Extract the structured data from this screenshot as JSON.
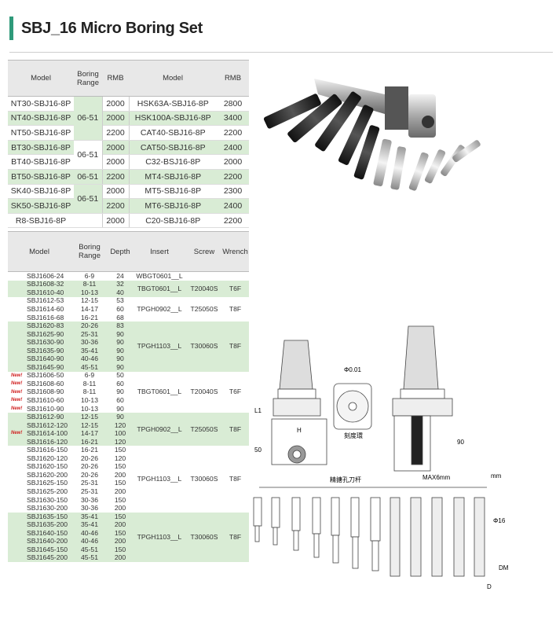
{
  "title": "SBJ_16 Micro Boring Set",
  "table1": {
    "headers": [
      "Model",
      "Boring Range",
      "RMB",
      "Model",
      "RMB"
    ],
    "rows": [
      {
        "m1": "NT30-SBJ16-8P",
        "p1": "2000",
        "m2": "HSK63A-SBJ16-8P",
        "p2": "2800",
        "green": false
      },
      {
        "m1": "NT40-SBJ16-8P",
        "p1": "2000",
        "m2": "HSK100A-SBJ16-8P",
        "p2": "3400",
        "green": true
      },
      {
        "m1": "NT50-SBJ16-8P",
        "p1": "2200",
        "m2": "CAT40-SBJ16-8P",
        "p2": "2200",
        "green": false
      },
      {
        "m1": "BT30-SBJ16-8P",
        "p1": "2000",
        "m2": "CAT50-SBJ16-8P",
        "p2": "2400",
        "green": true
      },
      {
        "m1": "BT40-SBJ16-8P",
        "p1": "2000",
        "m2": "C32-BSJ16-8P",
        "p2": "2000",
        "green": false
      },
      {
        "m1": "BT50-SBJ16-8P",
        "p1": "2200",
        "m2": "MT4-SBJ16-8P",
        "p2": "2200",
        "green": true
      },
      {
        "m1": "SK40-SBJ16-8P",
        "p1": "2000",
        "m2": "MT5-SBJ16-8P",
        "p2": "2300",
        "green": false
      },
      {
        "m1": "SK50-SBJ16-8P",
        "p1": "2200",
        "m2": "MT6-SBJ16-8P",
        "p2": "2400",
        "green": true
      },
      {
        "m1": "R8-SBJ16-8P",
        "p1": "2000",
        "m2": "C20-SBJ16-8P",
        "p2": "2200",
        "green": false
      }
    ],
    "ranges": [
      "06-51",
      "06-51",
      "06-51",
      "06-51"
    ]
  },
  "table2": {
    "headers": [
      "Model",
      "Boring Range",
      "Depth",
      "Insert",
      "Screw",
      "Wrench"
    ],
    "new_label": "New!",
    "groups": [
      {
        "green": false,
        "insert": "WBGT0601__L",
        "screw": "",
        "wrench": "",
        "rows": [
          [
            "SBJ1606-24",
            "6-9",
            "24",
            false
          ]
        ]
      },
      {
        "green": true,
        "insert": "TBGT0601__L",
        "screw": "T20040S",
        "wrench": "T6F",
        "rows": [
          [
            "SBJ1608-32",
            "8-11",
            "32",
            false
          ],
          [
            "SBJ1610-40",
            "10-13",
            "40",
            false
          ]
        ]
      },
      {
        "green": false,
        "insert": "TPGH0902__L",
        "screw": "T25050S",
        "wrench": "T8F",
        "rows": [
          [
            "SBJ1612-53",
            "12-15",
            "53",
            false
          ],
          [
            "SBJ1614-60",
            "14-17",
            "60",
            false
          ],
          [
            "SBJ1616-68",
            "16-21",
            "68",
            false
          ]
        ]
      },
      {
        "green": true,
        "insert": "TPGH1103__L",
        "screw": "T30060S",
        "wrench": "T8F",
        "rows": [
          [
            "SBJ1620-83",
            "20-26",
            "83",
            false
          ],
          [
            "SBJ1625-90",
            "25-31",
            "90",
            false
          ],
          [
            "SBJ1630-90",
            "30-36",
            "90",
            false
          ],
          [
            "SBJ1635-90",
            "35-41",
            "90",
            false
          ],
          [
            "SBJ1640-90",
            "40-46",
            "90",
            false
          ],
          [
            "SBJ1645-90",
            "45-51",
            "90",
            false
          ]
        ]
      },
      {
        "green": false,
        "insert": "TBGT0601__L",
        "screw": "T20040S",
        "wrench": "T6F",
        "rows": [
          [
            "SBJ1606-50",
            "6-9",
            "50",
            true
          ],
          [
            "SBJ1608-60",
            "8-11",
            "60",
            true
          ],
          [
            "SBJ1608-90",
            "8-11",
            "90",
            true
          ],
          [
            "SBJ1610-60",
            "10-13",
            "60",
            true
          ],
          [
            "SBJ1610-90",
            "10-13",
            "90",
            true
          ]
        ]
      },
      {
        "green": true,
        "insert": "TPGH0902__L",
        "screw": "T25050S",
        "wrench": "T8F",
        "rows": [
          [
            "SBJ1612-90",
            "12-15",
            "90",
            false
          ],
          [
            "SBJ1612-120",
            "12-15",
            "120",
            false
          ],
          [
            "SBJ1614-100",
            "14-17",
            "100",
            true
          ],
          [
            "SBJ1616-120",
            "16-21",
            "120",
            false
          ]
        ]
      },
      {
        "green": false,
        "insert": "TPGH1103__L",
        "screw": "T30060S",
        "wrench": "T8F",
        "rows": [
          [
            "SBJ1616-150",
            "16-21",
            "150",
            false
          ],
          [
            "SBJ1620-120",
            "20-26",
            "120",
            false
          ],
          [
            "SBJ1620-150",
            "20-26",
            "150",
            false
          ],
          [
            "SBJ1620-200",
            "20-26",
            "200",
            false
          ],
          [
            "SBJ1625-150",
            "25-31",
            "150",
            false
          ],
          [
            "SBJ1625-200",
            "25-31",
            "200",
            false
          ],
          [
            "SBJ1630-150",
            "30-36",
            "150",
            false
          ],
          [
            "SBJ1630-200",
            "30-36",
            "200",
            false
          ]
        ]
      },
      {
        "green": true,
        "insert": "TPGH1103__L",
        "screw": "T30060S",
        "wrench": "T8F",
        "rows": [
          [
            "SBJ1635-150",
            "35-41",
            "150",
            false
          ],
          [
            "SBJ1635-200",
            "35-41",
            "200",
            false
          ],
          [
            "SBJ1640-150",
            "40-46",
            "150",
            false
          ],
          [
            "SBJ1640-200",
            "40-46",
            "200",
            false
          ],
          [
            "SBJ1645-150",
            "45-51",
            "150",
            false
          ],
          [
            "SBJ1645-200",
            "45-51",
            "200",
            false
          ]
        ]
      }
    ]
  },
  "diagram": {
    "l1": "L1",
    "h": "H",
    "fifty": "50",
    "phi001": "Φ0.01",
    "scale_ring": "刻度環",
    "ninety": "90",
    "max6": "MAX6mm",
    "mm": "mm",
    "fine_bar": "精搪孔刀杆",
    "phi16": "Φ16",
    "dm": "DM",
    "d": "D"
  }
}
